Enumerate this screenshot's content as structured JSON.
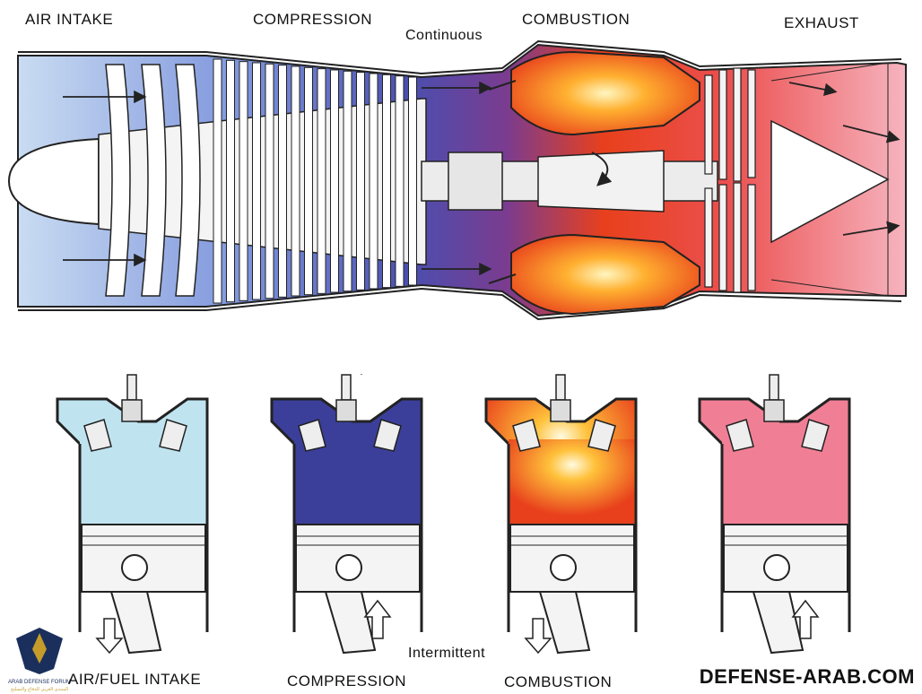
{
  "jet_labels": {
    "air_intake": "AIR INTAKE",
    "compression": "COMPRESSION",
    "continuous": "Continuous",
    "combustion": "COMBUSTION",
    "exhaust": "EXHAUST"
  },
  "piston_labels": {
    "intake": "AIR/FUEL INTAKE",
    "compression": "COMPRESSION",
    "intermittent": "Intermittent",
    "combustion": "COMBUSTION"
  },
  "watermark": "DEFENSE-ARAB.COM",
  "logo_text": [
    "ARAB DEFENSE FORUM",
    "المنتدى العربي للدفاع والتسليح"
  ],
  "colors": {
    "intake_blue": "#bfe4f0",
    "compression_blue": "#3b3f9a",
    "combustion_red": "#e8401c",
    "flame_orange": "#ff9a2a",
    "exhaust_pink": "#f07f95"
  }
}
